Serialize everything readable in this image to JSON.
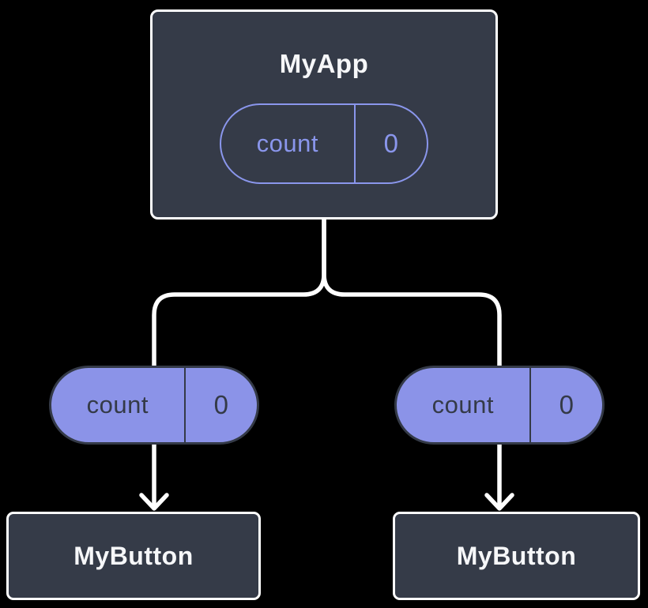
{
  "colors": {
    "background": "#000000",
    "node_fill": "#353b48",
    "node_border": "#ffffff",
    "node_text": "#f6f7f9",
    "pill_fill": "#8b93e8",
    "pill_outline": "#8a96ec",
    "pill_dark": "#343a47",
    "connector": "#ffffff"
  },
  "root_node": {
    "title": "MyApp",
    "state": {
      "key": "count",
      "value": "0"
    }
  },
  "passed_props": [
    {
      "key": "count",
      "value": "0"
    },
    {
      "key": "count",
      "value": "0"
    }
  ],
  "child_nodes": [
    {
      "title": "MyButton"
    },
    {
      "title": "MyButton"
    }
  ]
}
